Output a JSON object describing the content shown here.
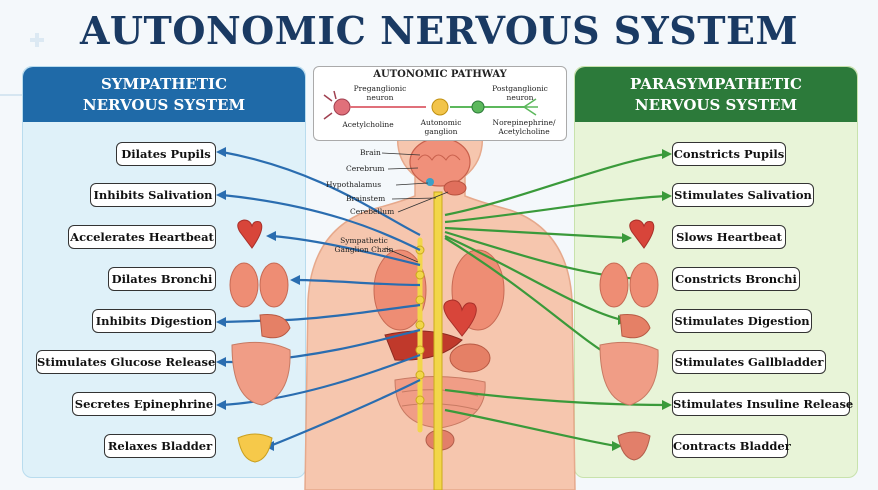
{
  "title": "AUTONOMIC NERVOUS SYSTEM",
  "sympathetic": {
    "heading_line1": "SYMPATHETIC",
    "heading_line2": "NERVOUS SYSTEM",
    "effects": [
      "Dilates Pupils",
      "Inhibits Salivation",
      "Accelerates Heartbeat",
      "Dilates Bronchi",
      "Inhibits Digestion",
      "Stimulates Glucose Release",
      "Secretes Epinephrine",
      "Relaxes Bladder"
    ]
  },
  "parasympathetic": {
    "heading_line1": "PARASYMPATHETIC",
    "heading_line2": "NERVOUS SYSTEM",
    "effects": [
      "Constricts Pupils",
      "Stimulates Salivation",
      "Slows Heartbeat",
      "Constricts Bronchi",
      "Stimulates Digestion",
      "Stimulates Gallbladder",
      "Stimulates Insuline Release",
      "Contracts Bladder"
    ]
  },
  "pathway": {
    "title": "AUTONOMIC PATHWAY",
    "preganglionic": "Preganglionic neuron",
    "acetylcholine": "Acetylcholine",
    "ganglion": "Autonomic ganglion",
    "postganglionic": "Postganglionic neuron",
    "norepinephrine": "Norepinephrine/ Acetylcholine"
  },
  "brain_labels": {
    "brain": "Brain",
    "cerebrum": "Cerebrum",
    "hypothalamus": "Hypothalamus",
    "brainstem": "Brainstem",
    "cerebellum": "Cerebellum",
    "chain": "Sympathetic Ganglion Chain"
  },
  "colors": {
    "title": "#1a3a63",
    "sympathetic": "#1f6aa8",
    "parasympathetic": "#2c7a3a",
    "sympathetic_arrow": "#2a6db0",
    "parasympathetic_arrow": "#3a9a3a",
    "spine": "#f2d64a",
    "skin": "#f6c6ae",
    "organ": "#e9826a"
  }
}
